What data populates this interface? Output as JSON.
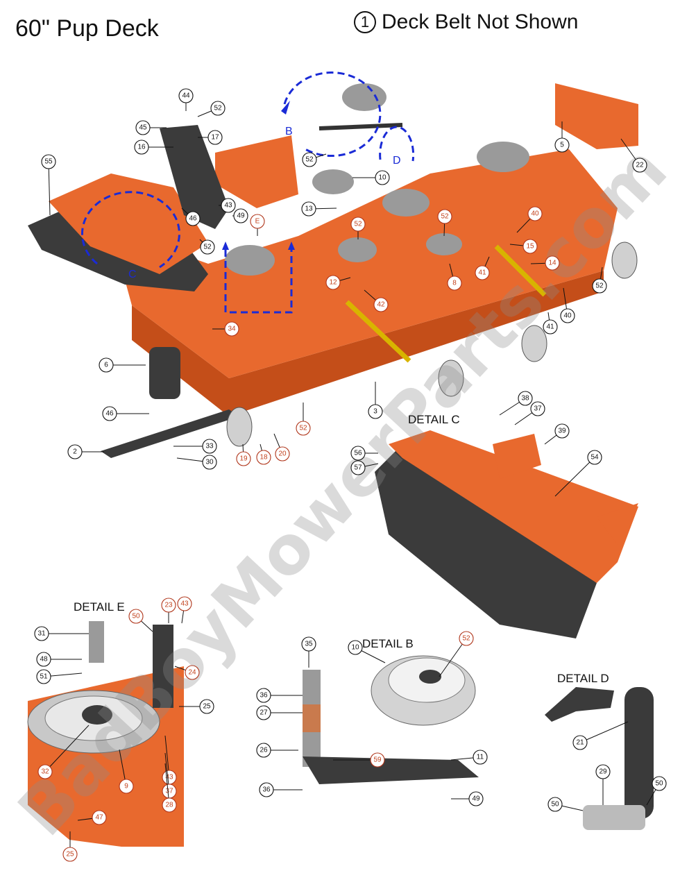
{
  "title": "60\" Pup Deck",
  "note": {
    "number": "1",
    "text": "Deck Belt Not Shown"
  },
  "watermark": "BadBoyMowerParts.com",
  "view_letters": [
    "B",
    "C",
    "D",
    "E"
  ],
  "details": {
    "c": "DETAIL  C",
    "e": "DETAIL  E",
    "b": "DETAIL  B",
    "d": "DETAIL  D"
  },
  "callouts": [
    "55",
    "44",
    "52",
    "45",
    "17",
    "16",
    "52",
    "10",
    "13",
    "43",
    "49",
    "46",
    "52",
    "E",
    "52",
    "52",
    "12",
    "42",
    "5",
    "22",
    "40",
    "15",
    "14",
    "41",
    "52",
    "40",
    "41",
    "8",
    "34",
    "6",
    "46",
    "3",
    "52",
    "2",
    "33",
    "30",
    "19",
    "18",
    "20",
    "38",
    "37",
    "39",
    "56",
    "57",
    "54",
    "31",
    "50",
    "23",
    "43",
    "48",
    "51",
    "24",
    "25",
    "32",
    "9",
    "43",
    "37",
    "28",
    "47",
    "25",
    "35",
    "10",
    "52",
    "36",
    "27",
    "26",
    "59",
    "11",
    "36",
    "49",
    "21",
    "29",
    "50",
    "50"
  ],
  "colors": {
    "deck_orange": "#e8692e",
    "view_blue": "#1a2bd6",
    "callout_red": "#c2411c"
  }
}
